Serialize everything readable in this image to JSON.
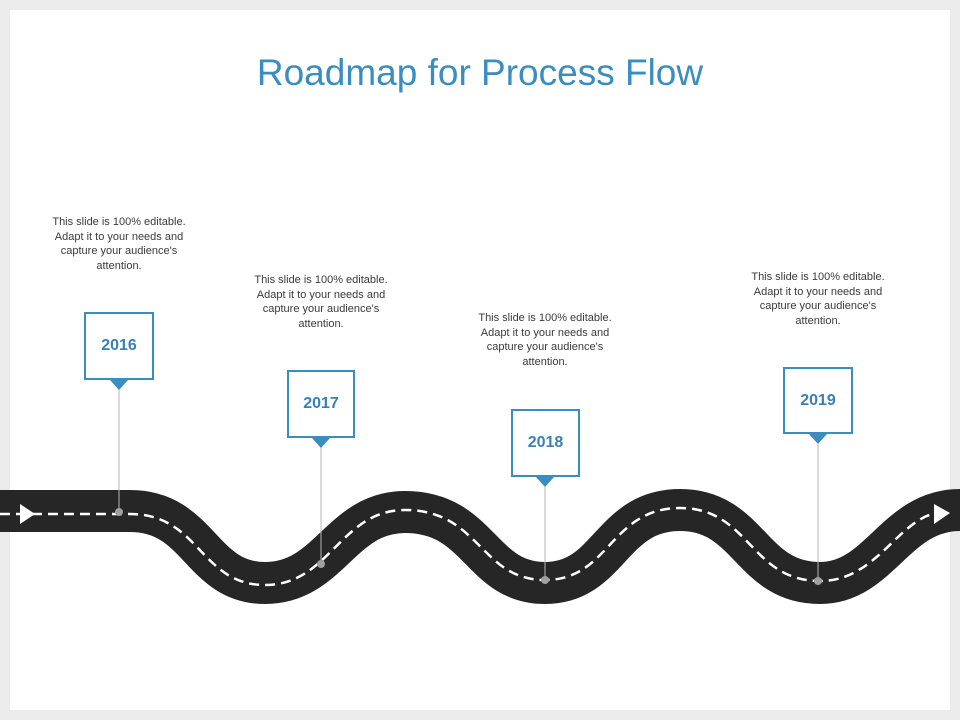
{
  "title": "Roadmap for Process Flow",
  "colors": {
    "accent": "#3a8dbf",
    "road": "#262626",
    "road_marking": "#ffffff",
    "connector": "#b5b5b5"
  },
  "milestones": [
    {
      "year": "2016",
      "text": "This slide is 100% editable. Adapt it to your needs and capture your audience's attention."
    },
    {
      "year": "2017",
      "text": "This slide is 100% editable. Adapt it to your needs and capture your audience's attention."
    },
    {
      "year": "2018",
      "text": "This slide is 100% editable. Adapt it to your needs and capture your audience's attention."
    },
    {
      "year": "2019",
      "text": "This slide is 100% editable. Adapt it to your needs and capture your audience's attention."
    }
  ]
}
